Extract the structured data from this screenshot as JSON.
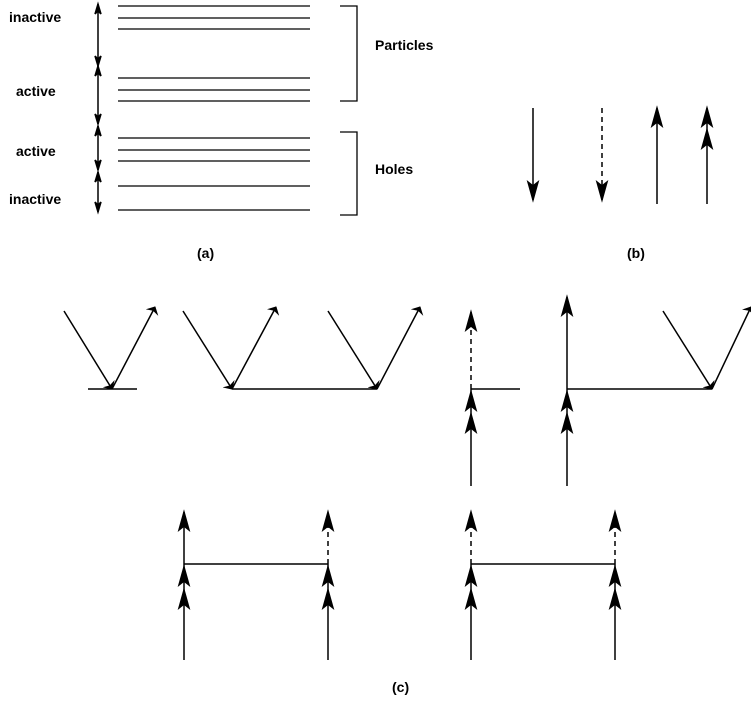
{
  "panel_a": {
    "labels": {
      "inactive_top": "inactive",
      "active_top": "active",
      "active_bottom": "active",
      "inactive_bottom": "inactive",
      "particles": "Particles",
      "holes": "Holes"
    },
    "caption": "(a)"
  },
  "panel_b": {
    "caption": "(b)"
  },
  "panel_c": {
    "caption": "(c)"
  },
  "colors": {
    "ink": "#000000",
    "background": "#ffffff"
  }
}
